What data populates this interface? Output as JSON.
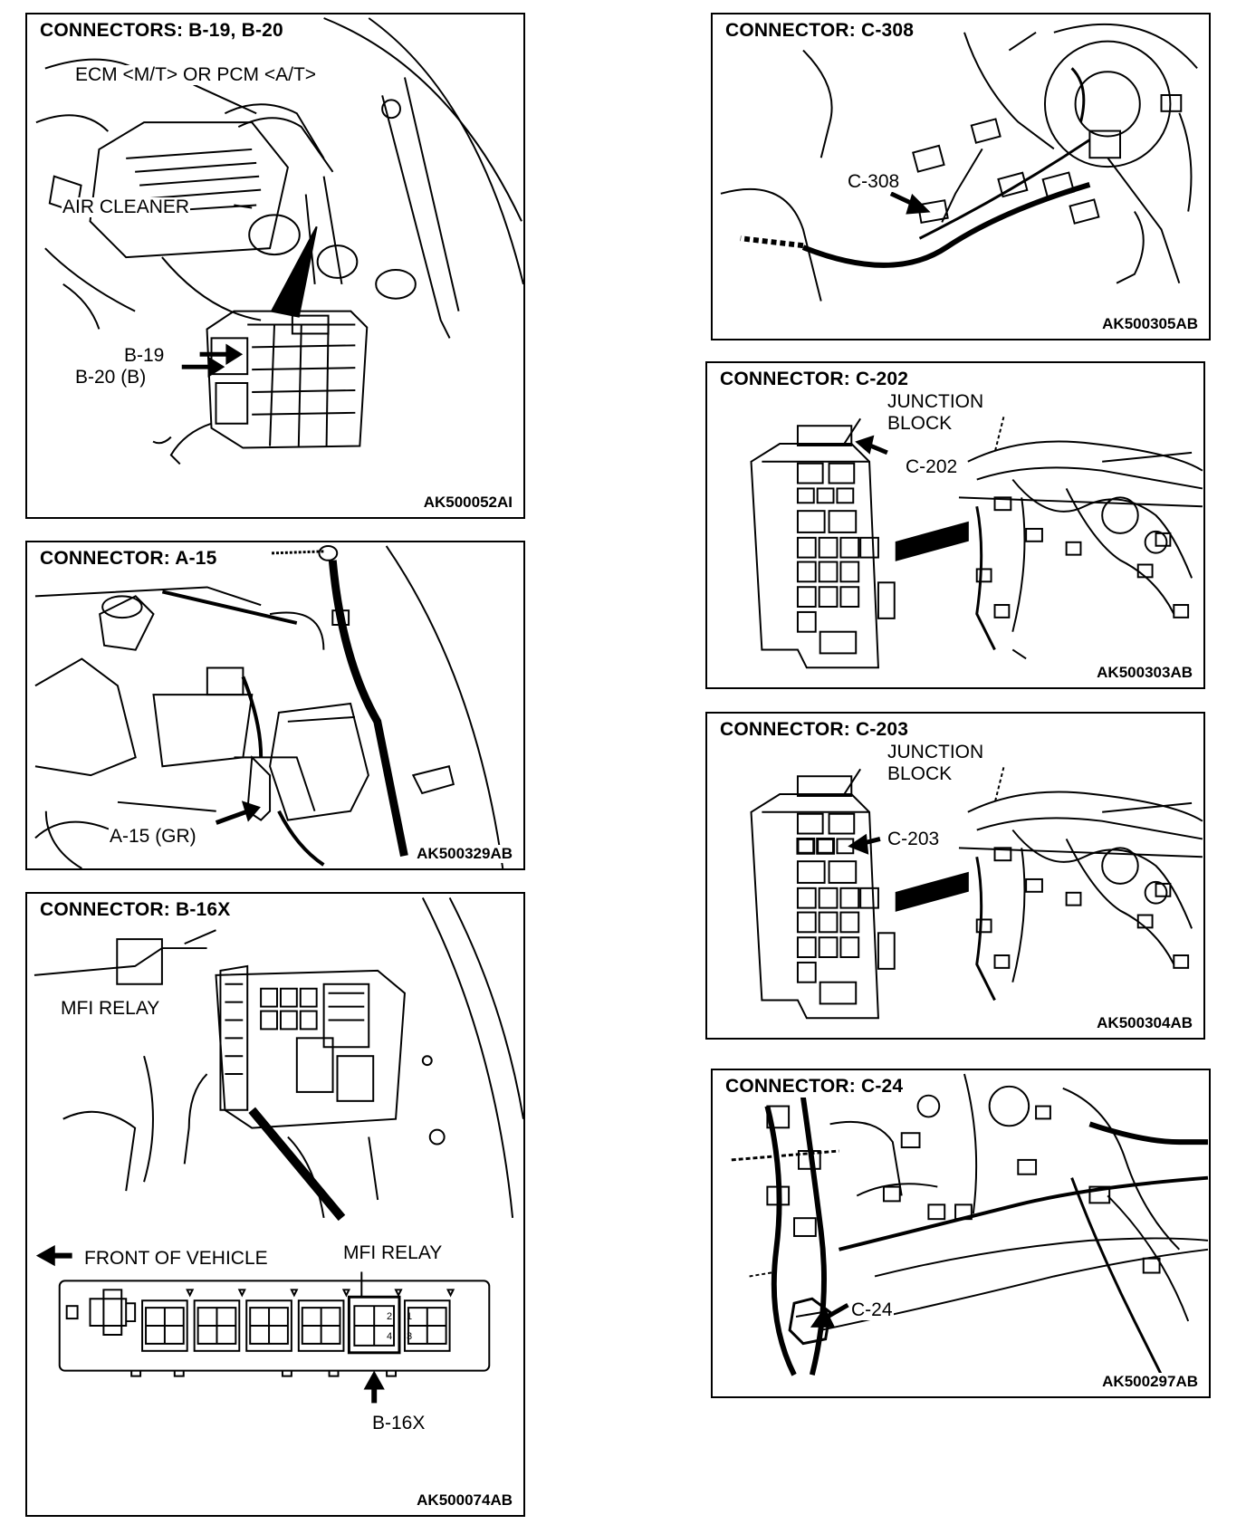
{
  "panels": {
    "b19": {
      "title": "CONNECTORS: B-19, B-20",
      "code": "AK500052AI",
      "labels": {
        "ecm": "ECM <M/T> OR PCM <A/T>",
        "air_cleaner": "AIR CLEANER",
        "b19": "B-19",
        "b20": "B-20 (B)"
      }
    },
    "a15": {
      "title": "CONNECTOR: A-15",
      "code": "AK500329AB",
      "labels": {
        "a15": "A-15 (GR)"
      }
    },
    "b16x": {
      "title": "CONNECTOR: B-16X",
      "code": "AK500074AB",
      "labels": {
        "mfi_relay_top": "MFI RELAY",
        "mfi_relay_bottom": "MFI RELAY",
        "front": "FRONT OF VEHICLE",
        "b16x": "B-16X"
      },
      "relay_pins": [
        "2",
        "1",
        "4",
        "3"
      ]
    },
    "c308": {
      "title": "CONNECTOR: C-308",
      "code": "AK500305AB",
      "labels": {
        "c308": "C-308"
      }
    },
    "c202": {
      "title": "CONNECTOR: C-202",
      "code": "AK500303AB",
      "labels": {
        "junction": "JUNCTION",
        "block": "BLOCK",
        "c202": "C-202"
      }
    },
    "c203": {
      "title": "CONNECTOR: C-203",
      "code": "AK500304AB",
      "labels": {
        "junction": "JUNCTION",
        "block": "BLOCK",
        "c203": "C-203"
      }
    },
    "c24": {
      "title": "CONNECTOR: C-24",
      "code": "AK500297AB",
      "labels": {
        "c24": "C-24"
      }
    }
  }
}
